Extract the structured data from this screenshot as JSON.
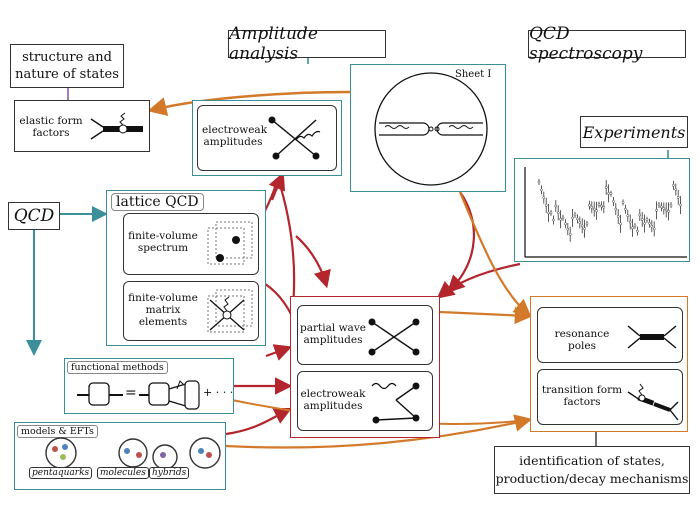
{
  "titles": {
    "amplitude_analysis": "Amplitude analysis",
    "qcd_spectroscopy": "QCD spectroscopy",
    "experiments": "Experiments",
    "qcd": "QCD"
  },
  "structure_box": {
    "text_line1": "structure and",
    "text_line2": "nature of states"
  },
  "elastic_box": {
    "line1": "elastic form",
    "line2": "factors"
  },
  "ew_top_box": {
    "line1": "electroweak",
    "line2": "amplitudes"
  },
  "sheet": {
    "label": "Sheet I"
  },
  "lattice": {
    "title": "lattice QCD",
    "spectrum_line1": "finite-volume",
    "spectrum_line2": "spectrum",
    "matrix_line1": "finite-volume",
    "matrix_line2": "matrix",
    "matrix_line3": "elements"
  },
  "center": {
    "pw_line1": "partial wave",
    "pw_line2": "amplitudes",
    "ew_line1": "electroweak",
    "ew_line2": "amplitudes"
  },
  "functional": {
    "title": "functional methods",
    "equals": "=",
    "plus": "+ · · ·"
  },
  "models": {
    "title": "models & EFTs",
    "tag1": "pentaquarks",
    "tag2": "molecules",
    "tag3": "hybrids"
  },
  "right": {
    "poles": "resonance poles",
    "transition_line1": "transition form",
    "transition_line2": "factors"
  },
  "bottom_box": {
    "line1": "identification of states,",
    "line2": "production/decay mechanisms"
  },
  "colors": {
    "teal": "#3a8f98",
    "red": "#b3262e",
    "orange": "#d37a2a"
  }
}
